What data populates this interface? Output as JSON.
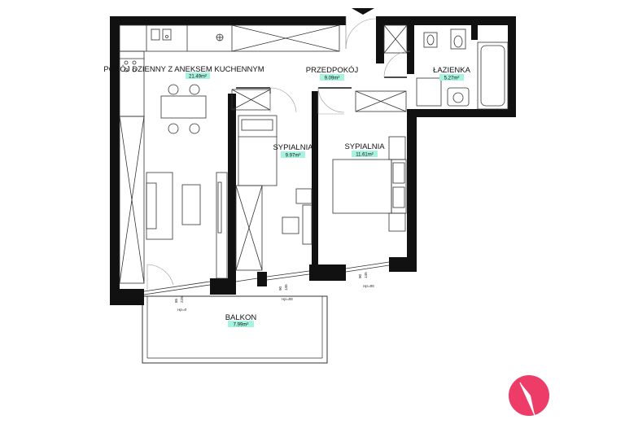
{
  "rooms": {
    "living": {
      "name": "POKÓJ DZIENNY  Z ANEKSEM KUCHENNYM",
      "area": "21.49m²"
    },
    "hall": {
      "name": "PRZEDPOKÓJ",
      "area": "9.09m²"
    },
    "bath": {
      "name": "ŁAZIENKA",
      "area": "5.27m²"
    },
    "bed1": {
      "name": "SYPIALNIA",
      "area": "9.97m²"
    },
    "bed2": {
      "name": "SYPIALNIA",
      "area": "11.61m²"
    },
    "balcony": {
      "name": "BALKON",
      "area": "7.99m²"
    }
  },
  "windows": {
    "w1": {
      "dim_a": "85",
      "dim_b": "225",
      "height": "Hp=0"
    },
    "w2": {
      "dim_a": "90",
      "dim_b": "145",
      "height": "Hp=85"
    },
    "w3": {
      "dim_a": "90",
      "dim_b": "145",
      "height": "Hp=85"
    }
  },
  "colors": {
    "wall": "#111111",
    "label_bg": "#a6f3df",
    "compass": "#ec3c67"
  },
  "icons": {
    "compass": "north-arrow-icon"
  }
}
